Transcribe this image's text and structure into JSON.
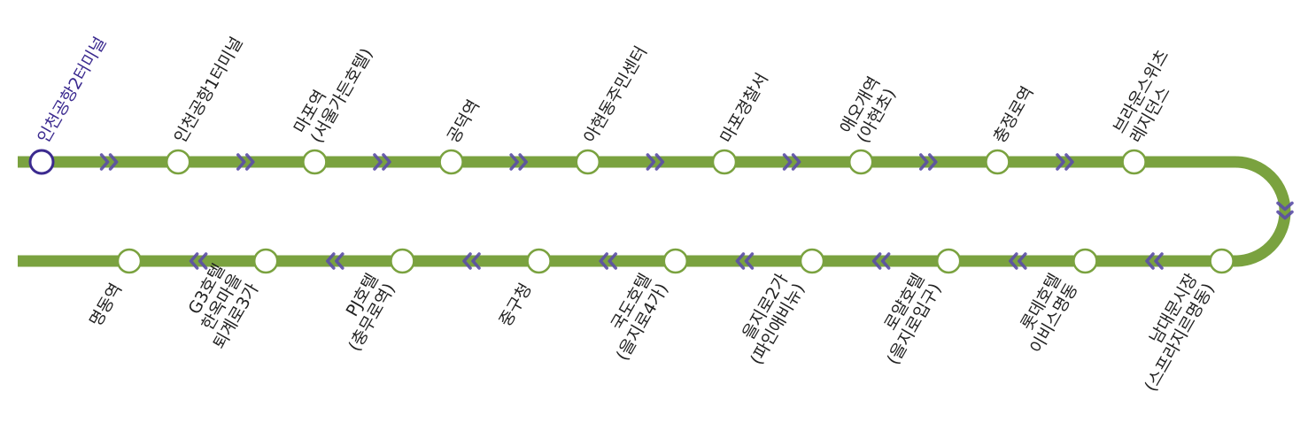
{
  "colors": {
    "line": "#7aa23f",
    "arrow": "#5b4ea6",
    "current_station": "#3b2a8f",
    "station_fill": "#ffffff",
    "label_text": "#222222"
  },
  "route": {
    "top_row": [
      {
        "name": [
          "인천공항2터미널"
        ],
        "current": true
      },
      {
        "name": [
          "인천공항1터미널"
        ]
      },
      {
        "name": [
          "마포역",
          "(서울가든호텔)"
        ]
      },
      {
        "name": [
          "공덕역"
        ]
      },
      {
        "name": [
          "아현동주민센터"
        ]
      },
      {
        "name": [
          "마포경찰서"
        ]
      },
      {
        "name": [
          "애오개역",
          "(아현초)"
        ]
      },
      {
        "name": [
          "충정로역"
        ]
      },
      {
        "name": [
          "브라운스위츠",
          "레지던스"
        ]
      }
    ],
    "bottom_row": [
      {
        "name": [
          "남대문시장",
          "(스프라지르명동)"
        ]
      },
      {
        "name": [
          "롯데호텔",
          "이비스명동"
        ]
      },
      {
        "name": [
          "로얄호텔",
          "(을지로입구)"
        ]
      },
      {
        "name": [
          "을지로2가",
          "(파인애비뉴)"
        ]
      },
      {
        "name": [
          "국도호텔",
          "(을지로4가)"
        ]
      },
      {
        "name": [
          "중구청"
        ]
      },
      {
        "name": [
          "PJ호텔",
          "(충무로역)"
        ]
      },
      {
        "name": [
          "G3호텔",
          "한옥마을",
          "퇴계로3가"
        ]
      },
      {
        "name": [
          "명동역"
        ]
      }
    ]
  }
}
